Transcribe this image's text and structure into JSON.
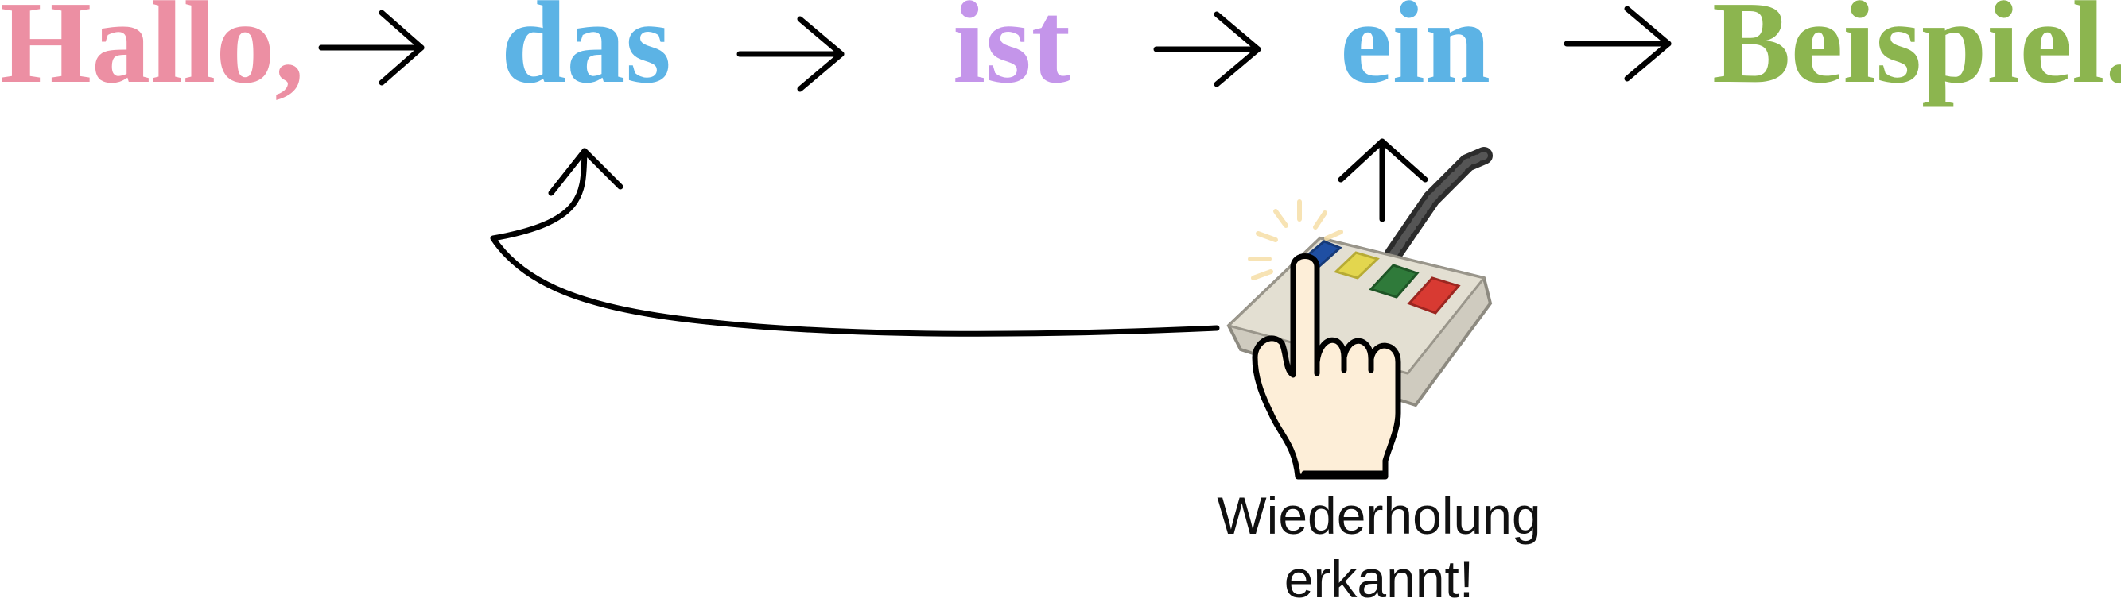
{
  "sentence": {
    "words": [
      {
        "text": "Hallo,",
        "color": "#ec8fa3"
      },
      {
        "text": "das",
        "color": "#5cb3e5"
      },
      {
        "text": "ist",
        "color": "#c495ea"
      },
      {
        "text": "ein",
        "color": "#5cb3e5"
      },
      {
        "text": "Beispiel.",
        "color": "#8cb54f"
      }
    ]
  },
  "caption": {
    "line1": "Wiederholung",
    "line2": "erkannt!"
  },
  "icons": {
    "hand": "pointing-hand-icon",
    "device": "button-box-icon"
  },
  "device_buttons": [
    {
      "color": "#1f4fa3"
    },
    {
      "color": "#e3d64e"
    },
    {
      "color": "#2f7a3a"
    },
    {
      "color": "#d83a32"
    }
  ]
}
